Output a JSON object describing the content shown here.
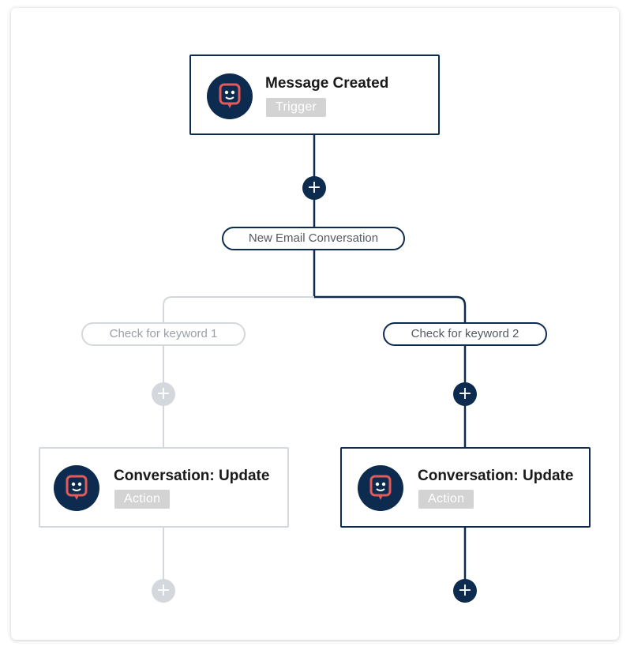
{
  "colors": {
    "primary": "#0d2b4e",
    "faded": "#d4d8dc",
    "badge": "#d3d3d3",
    "accent": "#e35a5a"
  },
  "trigger": {
    "title": "Message Created",
    "badge": "Trigger",
    "icon": "chat-bot-icon"
  },
  "root_condition": {
    "label": "New Email Conversation"
  },
  "branches": [
    {
      "condition": "Check for keyword 1",
      "state": "inactive",
      "action": {
        "title": "Conversation: Update",
        "badge": "Action",
        "icon": "chat-bot-icon"
      }
    },
    {
      "condition": "Check for keyword 2",
      "state": "active",
      "action": {
        "title": "Conversation: Update",
        "badge": "Action",
        "icon": "chat-bot-icon"
      }
    }
  ],
  "add_step_symbol": "+"
}
